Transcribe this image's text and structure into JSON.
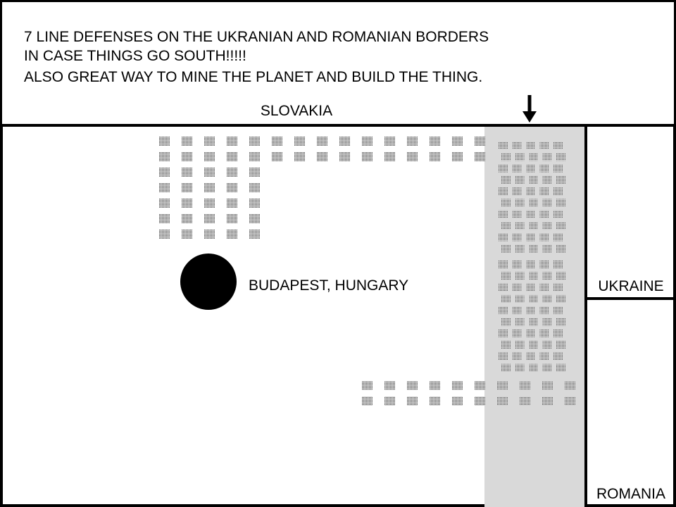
{
  "note": {
    "lines": [
      "7 LINE DEFENSES ON THE UKRANIAN AND ROMANIAN BORDERS",
      "IN CASE THINGS GO SOUTH!!!!!",
      "ALSO GREAT WAY TO MINE THE PLANET AND BUILD THE THING."
    ]
  },
  "regions": {
    "north": "SLOVAKIA",
    "east": "UKRAINE",
    "southeast": "ROMANIA"
  },
  "city": {
    "label": "BUDAPEST, HUNGARY"
  },
  "colors": {
    "border": "#000000",
    "defense_zone": "#d9d9d9",
    "block": "#777777",
    "city_marker": "#000000"
  }
}
